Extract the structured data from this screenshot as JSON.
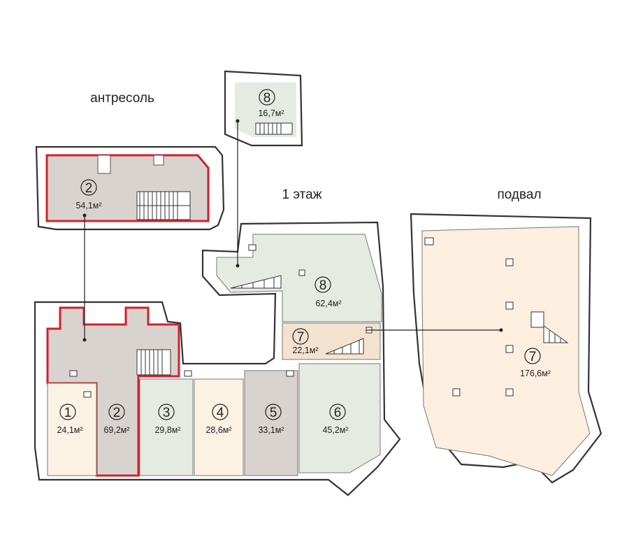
{
  "sections": {
    "mezzanine": "антресоль",
    "floor1": "1 этаж",
    "basement": "подвал"
  },
  "rooms": {
    "r1": {
      "num": "1",
      "area": "24,1м²"
    },
    "r2": {
      "num": "2",
      "area": "69,2м²"
    },
    "r3": {
      "num": "3",
      "area": "29,8м²"
    },
    "r4": {
      "num": "4",
      "area": "28,6м²"
    },
    "r5": {
      "num": "5",
      "area": "33,1м²"
    },
    "r6": {
      "num": "6",
      "area": "45,2м²"
    },
    "r7": {
      "num": "7",
      "area": "22,1м²"
    },
    "r8": {
      "num": "8",
      "area": "62,4м²"
    },
    "m2": {
      "num": "2",
      "area": "54,1м²"
    },
    "u8": {
      "num": "8",
      "area": "16,7м²"
    },
    "b7": {
      "num": "7",
      "area": "176,6м²"
    }
  },
  "colors": {
    "highlight": "#d3202a",
    "gray_room": "#d9d3cf",
    "green_room": "#e5ebe3",
    "cream_room": "#fbf2e4",
    "peach_room": "#f3e2cf",
    "basement": "#fcefdf"
  }
}
